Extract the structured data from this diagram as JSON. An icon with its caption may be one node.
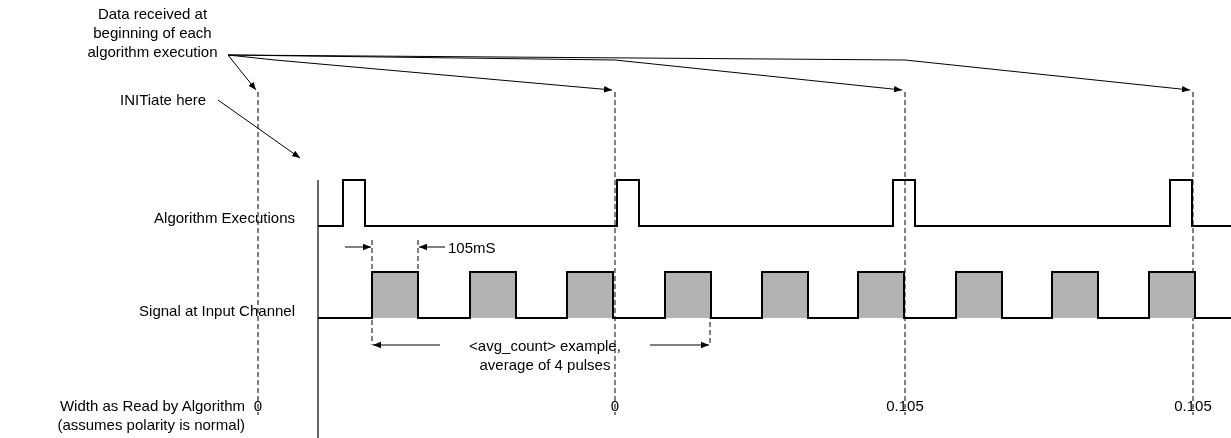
{
  "diagram": {
    "nodes": [
      {
        "text": [
          "Data received at beginning of each algorithm execution"
        ]
      },
      {
        "text": [
          "INITiate here"
        ]
      }
    ],
    "edges": [
      {
        "from": 0,
        "to": null,
        "arrow": "to"
      },
      {
        "from": 0,
        "to": null,
        "arrow": "to"
      },
      {
        "from": 0,
        "to": null,
        "arrow": "to"
      },
      {
        "from": 0,
        "to": null,
        "arrow": "to"
      },
      {
        "from": 1,
        "to": null,
        "arrow": "to"
      }
    ],
    "labels": [
      "Algorithm Executions",
      "105mS",
      "Signal at Input Channel",
      "<avg_count> example, average of 4 pulses",
      "Width as Read by Algorithm (assumes polarity is normal)",
      "0",
      "0",
      "0.105",
      "0.105"
    ]
  }
}
